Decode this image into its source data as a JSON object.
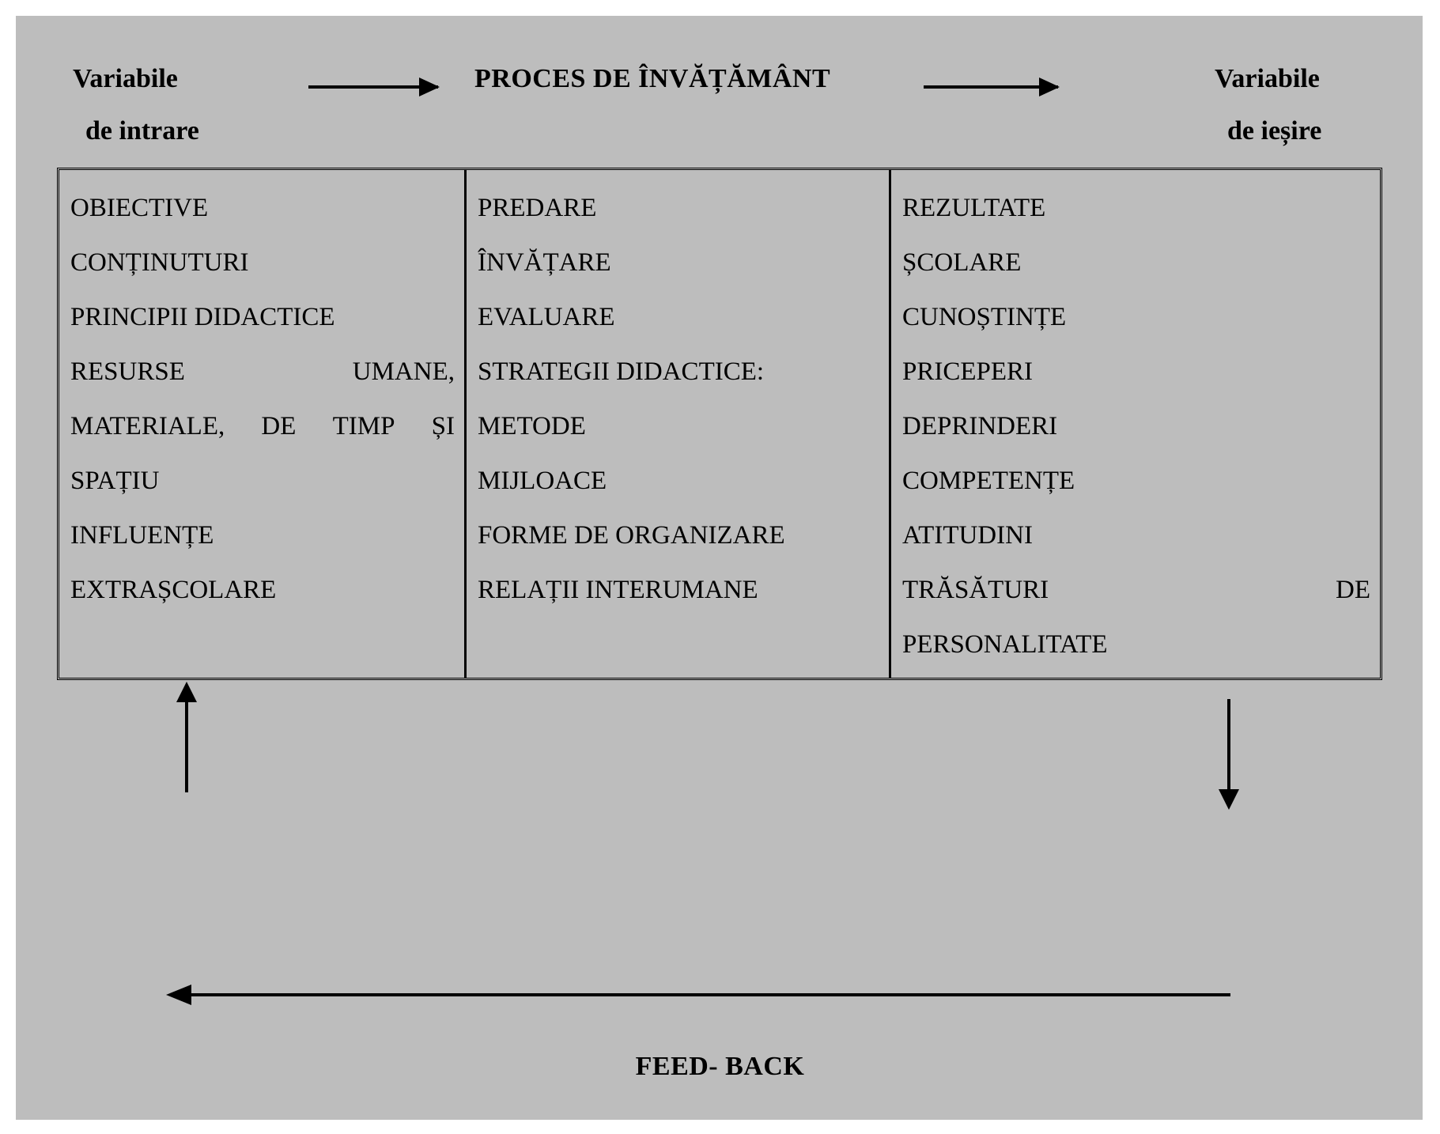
{
  "header": {
    "left_line1": "Variabile",
    "left_line2": "de intrare",
    "center_title": "PROCES DE ÎNVĂȚĂMÂNT",
    "right_line1": "Variabile",
    "right_line2": "de  ieșire",
    "arrow_in": "arrow-right",
    "arrow_out": "arrow-right"
  },
  "table": {
    "columns": [
      {
        "name": "variabile-de-intrare",
        "lines": [
          {
            "text": "OBIECTIVE"
          },
          {
            "text": "CONȚINUTURI"
          },
          {
            "text": "PRINCIPII DIDACTICE"
          },
          {
            "justified": true,
            "left": "RESURSE",
            "right": "UMANE,"
          },
          {
            "justified": true,
            "left": "MATERIALE,",
            "mid": "DE",
            "mid2": "TIMP",
            "right": "ȘI"
          },
          {
            "text": "SPAȚIU"
          },
          {
            "text": "INFLUENȚE"
          },
          {
            "text": "EXTRAȘCOLARE"
          }
        ]
      },
      {
        "name": "proces-de-invatamant",
        "lines": [
          {
            "text": "PREDARE"
          },
          {
            "text": "ÎNVĂȚARE"
          },
          {
            "text": "EVALUARE"
          },
          {
            "text": "STRATEGII DIDACTICE:"
          },
          {
            "text": "METODE"
          },
          {
            "text": "MIJLOACE"
          },
          {
            "text": "FORME DE ORGANIZARE"
          },
          {
            "text": "RELAȚII INTERUMANE"
          }
        ]
      },
      {
        "name": "variabile-de-iesire",
        "lines": [
          {
            "text": "REZULTATE"
          },
          {
            "text": "ȘCOLARE"
          },
          {
            "text": "CUNOȘTINȚE"
          },
          {
            "text": "PRICEPERI"
          },
          {
            "text": "DEPRINDERI"
          },
          {
            "text": "COMPETENȚE"
          },
          {
            "text": "ATITUDINI"
          },
          {
            "justified": true,
            "left": "TRĂSĂTURI",
            "right": "DE"
          },
          {
            "text": "PERSONALITATE"
          }
        ]
      }
    ]
  },
  "feedback": {
    "label": "FEED- BACK",
    "arrow_up": "arrow-up",
    "arrow_down": "arrow-down",
    "arrow_return": "arrow-left"
  },
  "colors": {
    "background": "#bdbdbd",
    "ink": "#000000",
    "page": "#ffffff"
  }
}
